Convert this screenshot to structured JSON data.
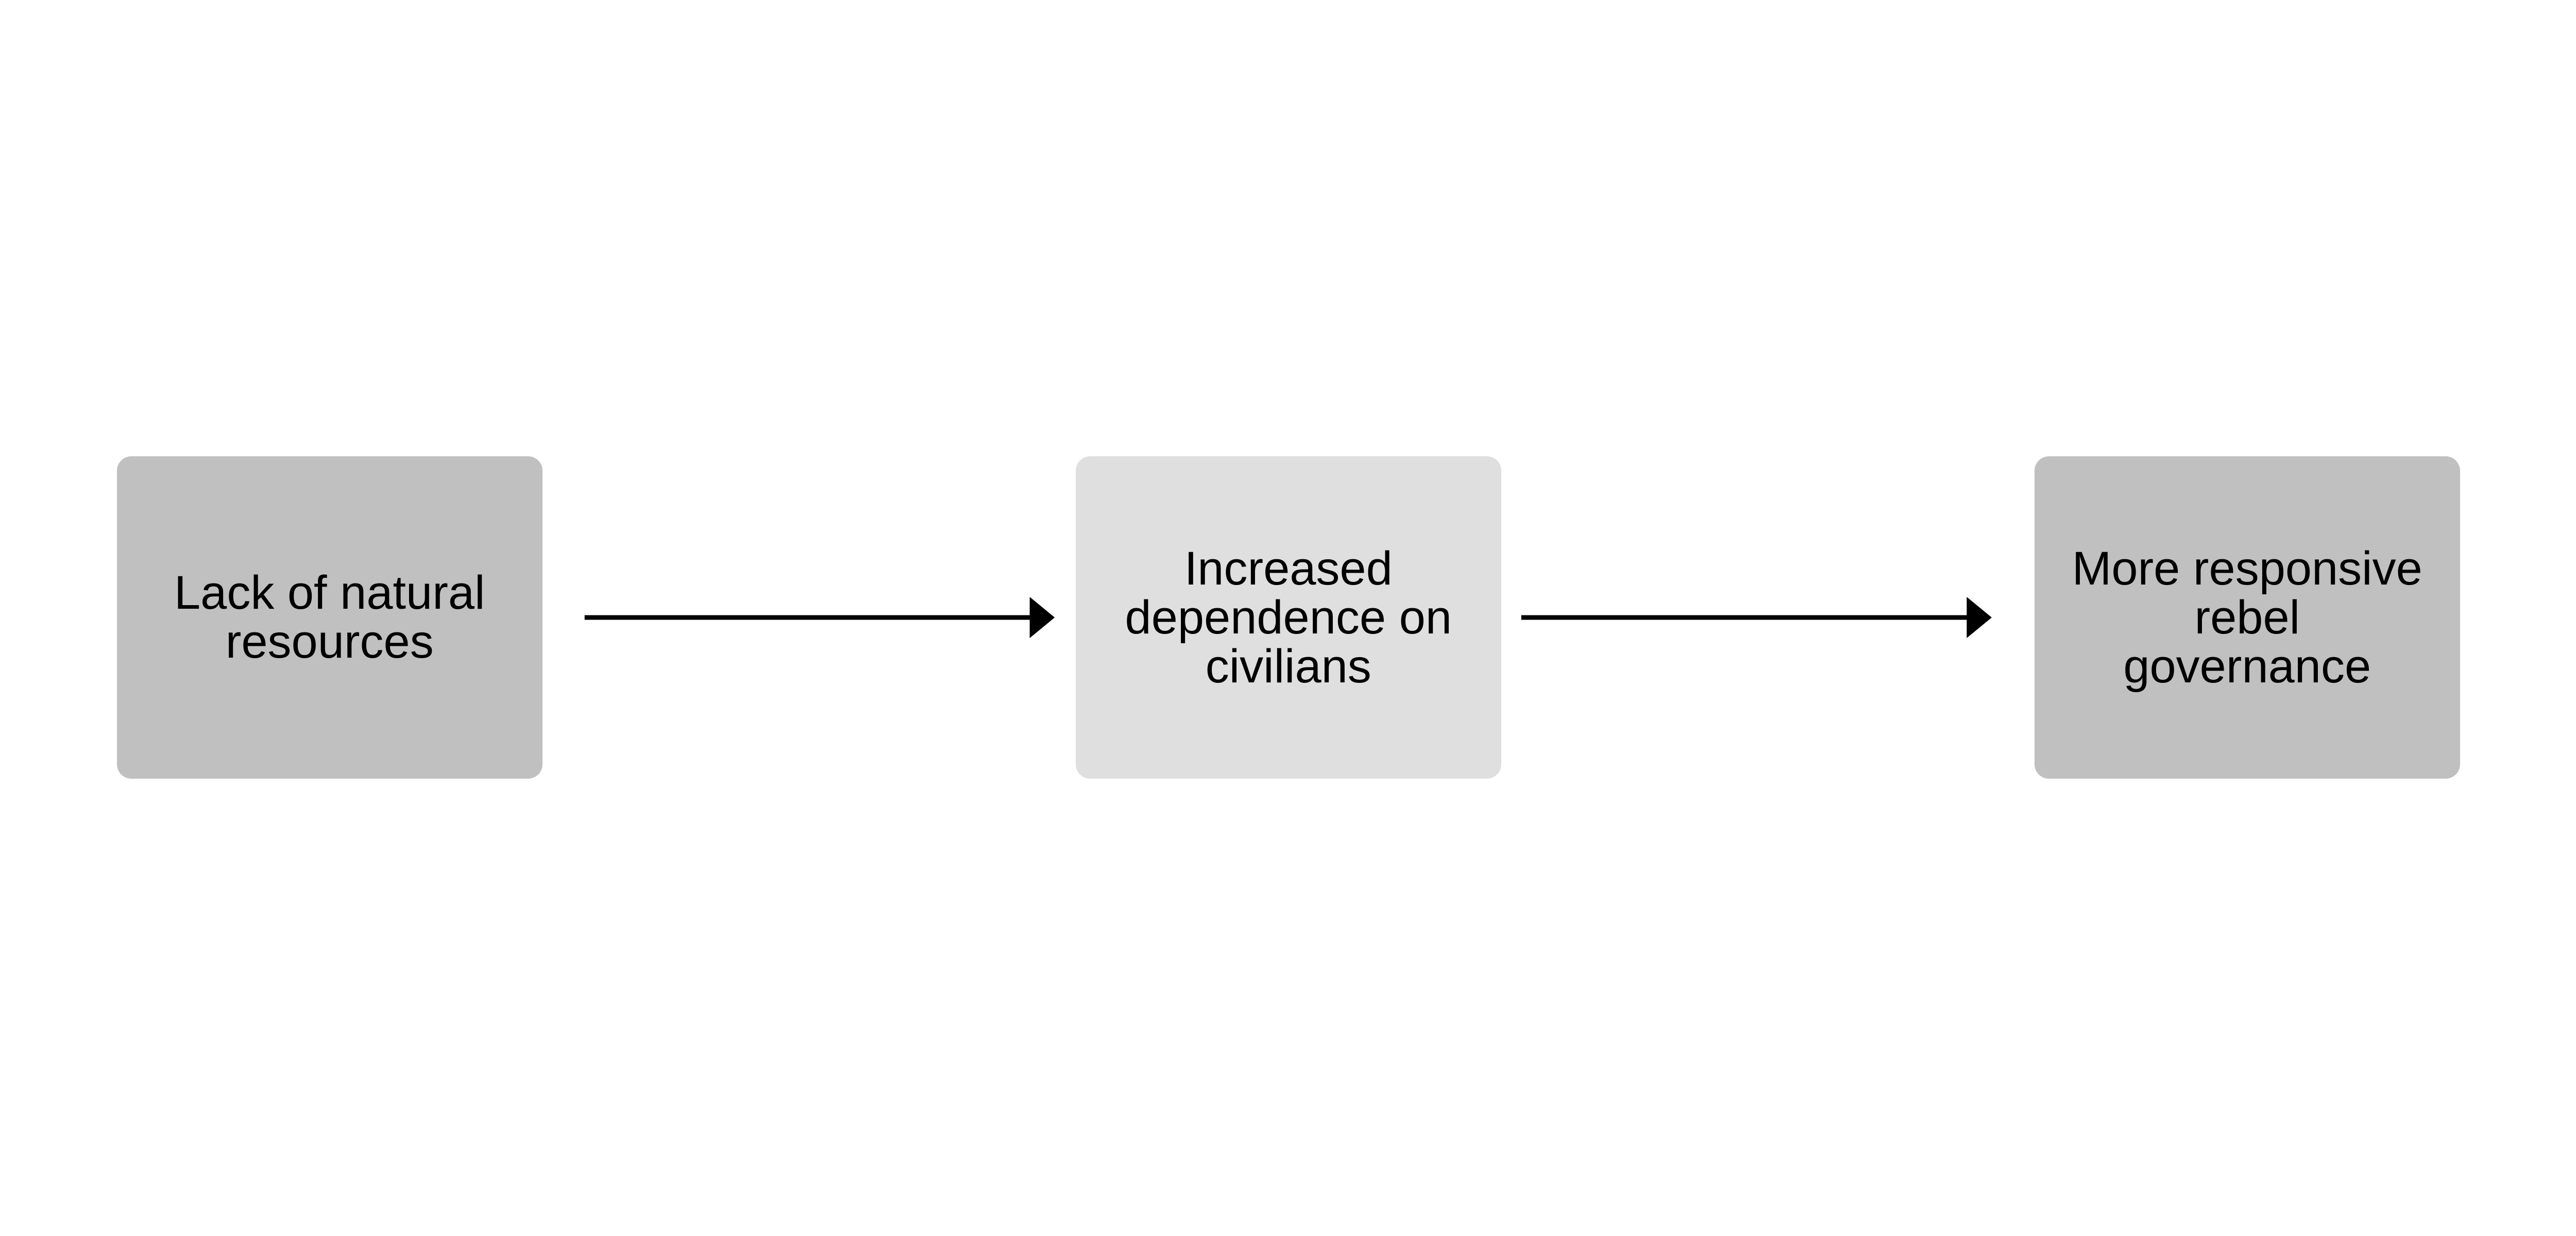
{
  "nodes": [
    {
      "label": "Lack of natural\nresources",
      "color": "#c0c0c0"
    },
    {
      "label": "Increased\ndependence on\ncivilians",
      "color": "#dfdfdf"
    },
    {
      "label": "More responsive\nrebel\ngovernance",
      "color": "#c0c0c0"
    }
  ],
  "edges": [
    {
      "from": "Lack of natural resources",
      "to": "Increased dependence on civilians"
    },
    {
      "from": "Increased dependence on civilians",
      "to": "More responsive rebel governance"
    }
  ],
  "arrow_color": "#000000"
}
